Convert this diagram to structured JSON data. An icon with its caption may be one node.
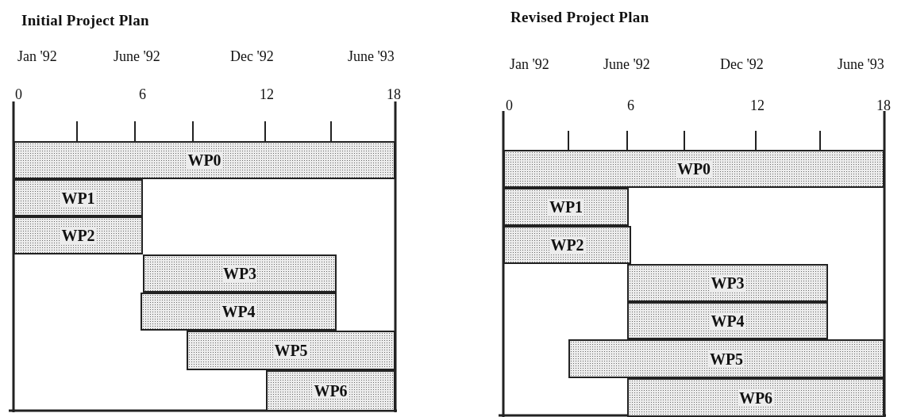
{
  "diagram": {
    "nodes": [
      {
        "text": [
          "Initial Project Plan"
        ]
      },
      {
        "text": [
          "WP0"
        ],
        "in": 0
      },
      {
        "text": [
          "WP1"
        ],
        "in": 0
      },
      {
        "text": [
          "WP2"
        ],
        "in": 0
      },
      {
        "text": [
          "WP3"
        ],
        "in": 0
      },
      {
        "text": [
          "WP4"
        ],
        "in": 0
      },
      {
        "text": [
          "WP5"
        ],
        "in": 0
      },
      {
        "text": [
          "WP6"
        ],
        "in": 0
      },
      {
        "text": [
          "Revised Project Plan"
        ]
      },
      {
        "text": [
          "WP0"
        ],
        "in": 8
      },
      {
        "text": [
          "WP1"
        ],
        "in": 8
      },
      {
        "text": [
          "WP2"
        ],
        "in": 8
      },
      {
        "text": [
          "WP3"
        ],
        "in": 8
      },
      {
        "text": [
          "WP4"
        ],
        "in": 8
      },
      {
        "text": [
          "WP5"
        ],
        "in": 8
      },
      {
        "text": [
          "WP6"
        ],
        "in": 8
      }
    ],
    "labels": [
      "Jan '92",
      "June '92",
      "Dec '92",
      "June '93",
      "0",
      "6",
      "12",
      "18",
      "Jan '92",
      "June '92",
      "Dec '92",
      "June '93",
      "0",
      "6",
      "12",
      "18"
    ]
  }
}
